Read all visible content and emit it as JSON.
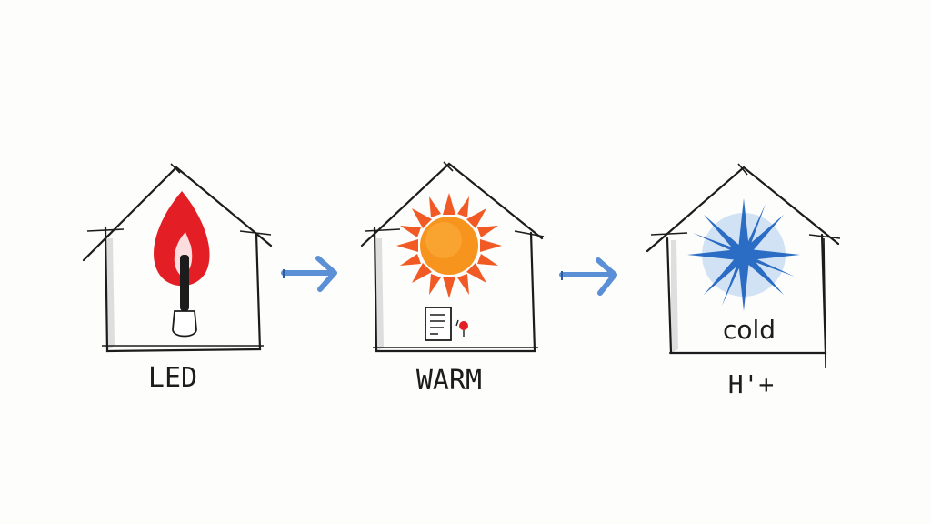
{
  "diagram": {
    "houses": [
      {
        "id": "led",
        "icon": "flame-bulb-icon",
        "label": "LED",
        "inner_label": ""
      },
      {
        "id": "warm",
        "icon": "sun-icon",
        "label": "WARM",
        "inner_label": ""
      },
      {
        "id": "cold",
        "icon": "snowflake-icon",
        "label": "H'+",
        "inner_label": "cold"
      }
    ],
    "colors": {
      "ink": "#1c1c1c",
      "flame": "#e31e24",
      "sun": "#f7941d",
      "sun_rays": "#f15a24",
      "snow": "#2b6cc4",
      "arrow": "#5b8fd6"
    }
  }
}
